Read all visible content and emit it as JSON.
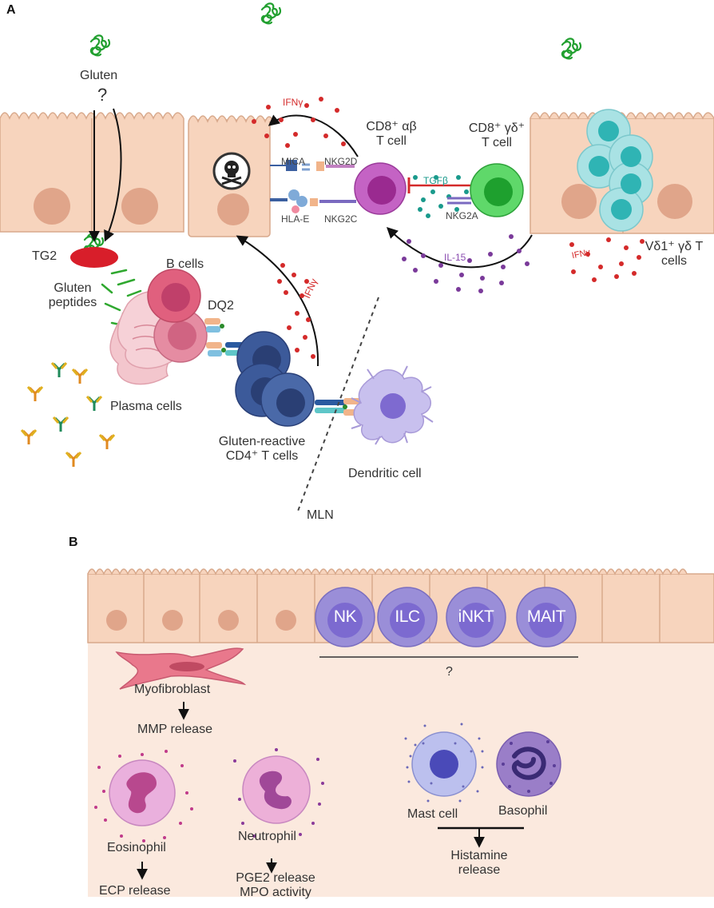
{
  "panels": {
    "a": "A",
    "b": "B"
  },
  "panel_a": {
    "gluten": "Gluten",
    "question": "?",
    "tg2": "TG2",
    "gluten_peptides": [
      "Gluten",
      "peptides"
    ],
    "b_cells": "B cells",
    "dq2": "DQ2",
    "plasma_cells": "Plasma cells",
    "cd4": [
      "Gluten-reactive",
      "CD4⁺ T cells"
    ],
    "dendritic": "Dendritic cell",
    "mln": "MLN",
    "mica": "MICA",
    "nkg2d": "NKG2D",
    "hlae": "HLA-E",
    "nkg2c": "NKG2C",
    "nkg2a": "NKG2A",
    "tgfb": "TGFβ",
    "il15": "IL-15",
    "ifng": "IFNγ",
    "cd8ab": [
      "CD8⁺ αβ",
      "T cell"
    ],
    "cd8gd": [
      "CD8⁺ γδ⁺",
      "T cell"
    ],
    "vd1": [
      "Vδ1⁺ γδ T",
      "cells"
    ]
  },
  "panel_b": {
    "cells": [
      "NK",
      "ILC",
      "iNKT",
      "MAIT"
    ],
    "question": "?",
    "myofibroblast": "Myofibroblast",
    "mmp": "MMP release",
    "eosinophil": "Eosinophil",
    "ecp": "ECP release",
    "neutrophil": "Neutrophil",
    "pge2": [
      "PGE2 release",
      "MPO activity"
    ],
    "mast": "Mast cell",
    "basophil": "Basophil",
    "histamine": [
      "Histamine",
      "release"
    ]
  },
  "colors": {
    "epithelium": "#f7d4bd",
    "epithelium_border": "#d8a98c",
    "nucleus": "#e0a58a",
    "lamina": "#fbe9de",
    "gluten_green": "#22a030",
    "tg2_red": "#d81e2a",
    "ifng_red": "#d42a2a",
    "il15_purple": "#7a3a9a",
    "tgfb_teal": "#1a9a8c",
    "cd4_blue": "#3c5a9a",
    "cd8_purple": "#b03aa8",
    "gd_green": "#2ec24a",
    "vd1_teal": "#8fd6d8",
    "b_pink": "#e05a78",
    "innate_purple": "#8f7ed0"
  }
}
